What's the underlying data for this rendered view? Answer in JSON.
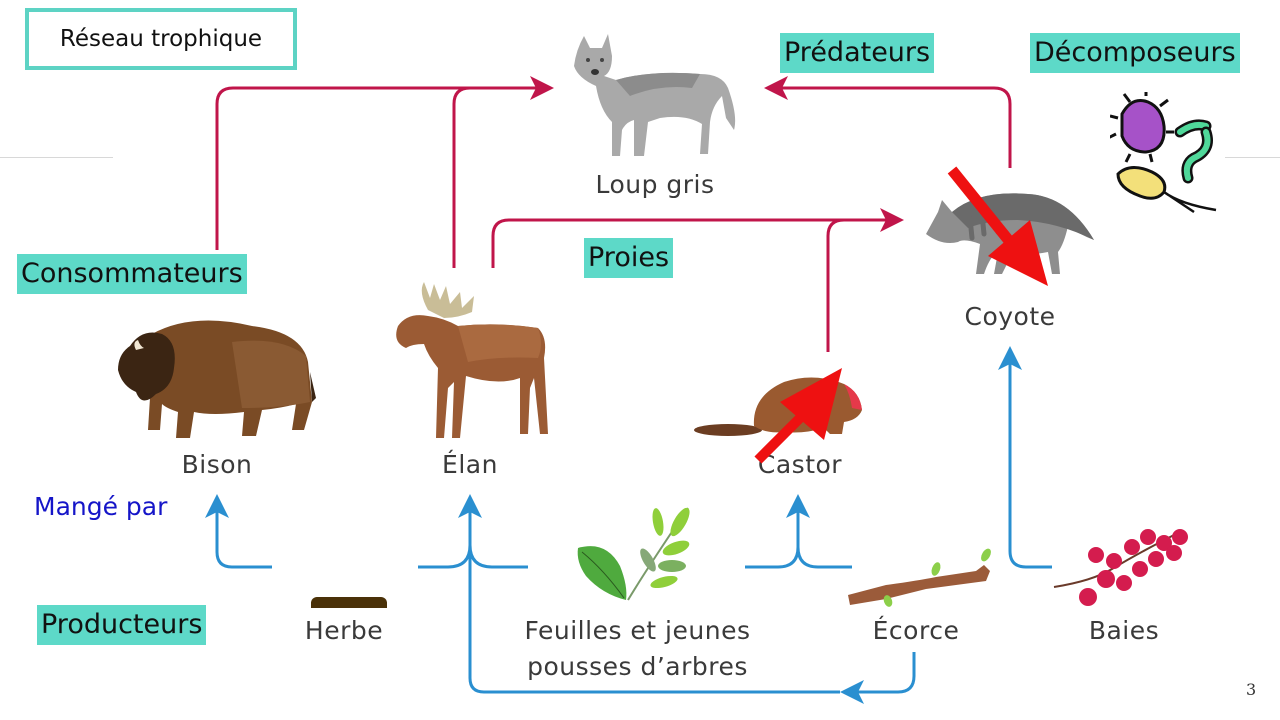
{
  "title": "Réseau trophique",
  "categories": {
    "predators": "Prédateurs",
    "decomposers": "Décomposeurs",
    "consumers": "Consommateurs",
    "prey": "Proies",
    "producers": "Producteurs"
  },
  "legend": {
    "eaten_by": "Mangé par"
  },
  "organisms": {
    "gray_wolf": "Loup gris",
    "coyote": "Coyote",
    "bison": "Bison",
    "moose": "Élan",
    "beaver": "Castor",
    "grass": "Herbe",
    "leaves_line1": "Feuilles et jeunes",
    "leaves_line2": "pousses d’arbres",
    "bark": "Écorce",
    "berries": "Baies"
  },
  "colors": {
    "predation_arrow": "#c0154a",
    "eaten_by_arrow": "#2a8fd0",
    "highlight": "#5dd9c8",
    "annotation_arrow": "#ee1111",
    "eaten_by_text": "#1515c8"
  },
  "page_number": "3",
  "edges": [
    {
      "from": "Bison",
      "to": "Loup gris",
      "type": "predation"
    },
    {
      "from": "Élan",
      "to": "Loup gris",
      "type": "predation"
    },
    {
      "from": "Élan",
      "to": "Coyote",
      "type": "predation"
    },
    {
      "from": "Castor",
      "to": "Coyote",
      "type": "predation"
    },
    {
      "from": "Coyote",
      "to": "Loup gris",
      "type": "predation"
    },
    {
      "from": "Herbe",
      "to": "Bison",
      "type": "eaten_by"
    },
    {
      "from": "Herbe",
      "to": "Élan",
      "type": "eaten_by"
    },
    {
      "from": "Feuilles et jeunes pousses d’arbres",
      "to": "Élan",
      "type": "eaten_by"
    },
    {
      "from": "Feuilles et jeunes pousses d’arbres",
      "to": "Castor",
      "type": "eaten_by"
    },
    {
      "from": "Écorce",
      "to": "Castor",
      "type": "eaten_by"
    },
    {
      "from": "Écorce",
      "to": "Élan",
      "type": "eaten_by"
    },
    {
      "from": "Baies",
      "to": "Coyote",
      "type": "eaten_by"
    }
  ]
}
